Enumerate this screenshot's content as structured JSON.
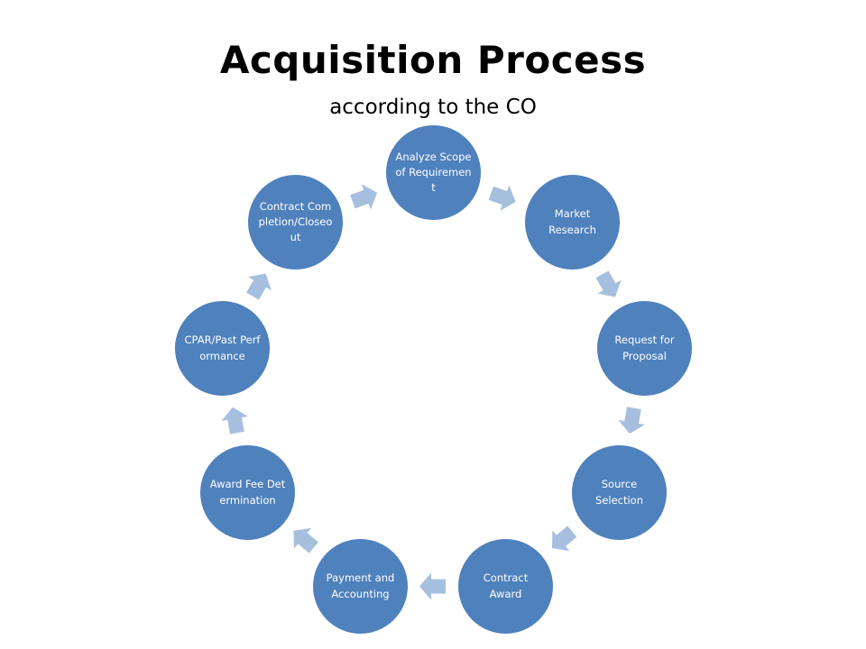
{
  "slide": {
    "title": "Acquisition Process",
    "subtitle": "according to the CO"
  },
  "colors": {
    "node_fill": "#4f81bd",
    "arrow_fill": "#a7bfde",
    "node_text": "#ffffff",
    "title_text": "#000000"
  },
  "cycle": {
    "shape": "circular-cycle",
    "direction": "clockwise",
    "steps": [
      {
        "label": "Analyze Scope of Requirement"
      },
      {
        "label": "Market Research"
      },
      {
        "label": "Request for Proposal"
      },
      {
        "label": "Source Selection"
      },
      {
        "label": "Contract Award"
      },
      {
        "label": "Payment and Accounting"
      },
      {
        "label": "Award Fee Determination"
      },
      {
        "label": "CPAR/Past Performance"
      },
      {
        "label": "Contract Completion/Closeout"
      }
    ]
  }
}
